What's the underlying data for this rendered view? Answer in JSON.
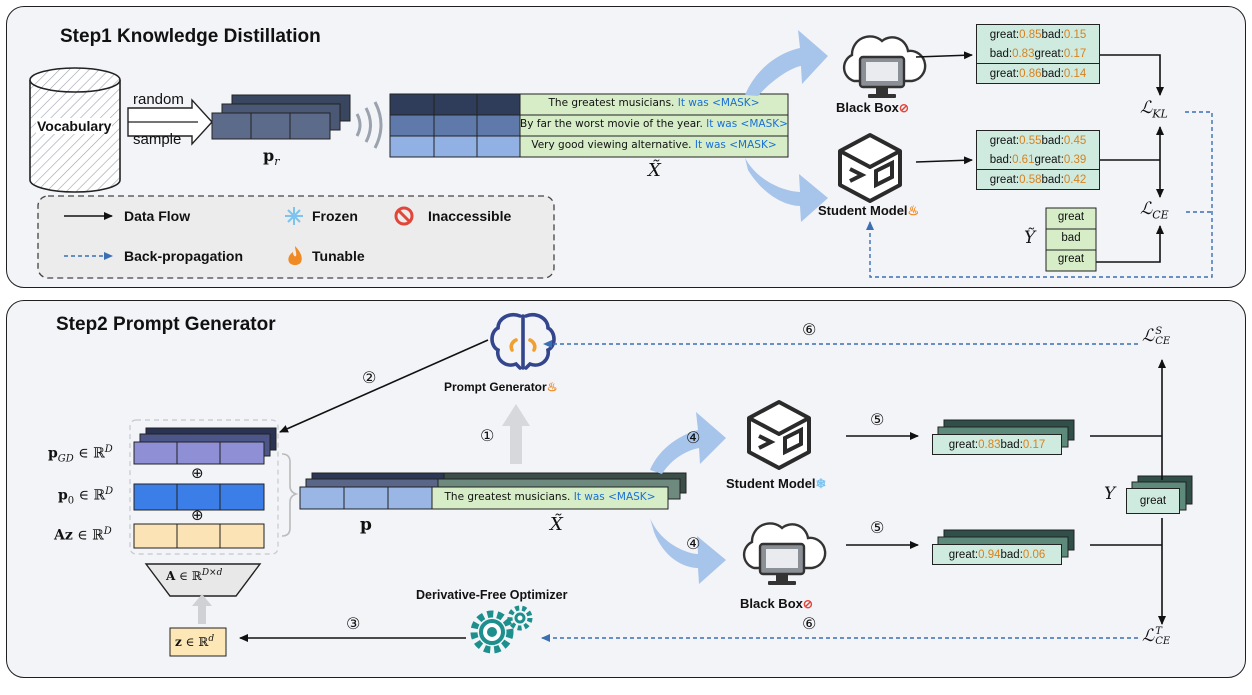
{
  "step1": {
    "title": "Step1 Knowledge Distillation",
    "vocabulary": "Vocabulary",
    "random": "random",
    "sample": "sample",
    "pr": "p_r",
    "sentences": [
      {
        "text": "The greatest musicians.",
        "mask": "It was <MASK>"
      },
      {
        "text": "By far the worst movie of the year.",
        "mask": "It was <MASK>"
      },
      {
        "text": "Very good viewing alternative.",
        "mask": "It was <MASK>"
      }
    ],
    "x_tilde": "X̃",
    "black_box": "Black Box",
    "student_model": "Student Model",
    "black_box_outputs": [
      {
        "l1": "great:",
        "v1": "0.85",
        "l2": " bad:",
        "v2": "0.15"
      },
      {
        "l1": "bad:",
        "v1": "0.83",
        "l2": " great:",
        "v2": "0.17"
      },
      {
        "l1": "great:",
        "v1": "0.86",
        "l2": " bad:",
        "v2": "0.14"
      }
    ],
    "student_outputs": [
      {
        "l1": "great:",
        "v1": "0.55",
        "l2": " bad:",
        "v2": "0.45"
      },
      {
        "l1": "bad:",
        "v1": "0.61",
        "l2": " great:",
        "v2": "0.39"
      },
      {
        "l1": "great:",
        "v1": "0.58",
        "l2": " bad:",
        "v2": "0.42"
      }
    ],
    "y_tilde": "Ỹ",
    "labels": [
      "great",
      "bad",
      "great"
    ],
    "loss_kl": "KL",
    "loss_ce": "CE"
  },
  "legend": {
    "data_flow": "Data Flow",
    "frozen": "Frozen",
    "inaccessible": "Inaccessible",
    "backprop": "Back-propagation",
    "tunable": "Tunable"
  },
  "step2": {
    "title": "Step2 Prompt Generator",
    "prompt_generator": "Prompt Generator",
    "pgd": "∈ ℝ",
    "p0": "∈ ℝ",
    "az": "∈ ℝ",
    "a_matrix": "∈ ℝ",
    "z_vec": "∈ ℝ",
    "p_label": "p",
    "sentence": {
      "text": "The greatest musicians.",
      "mask": "It was <MASK>"
    },
    "x_tilde": "X̃",
    "student_model": "Student Model",
    "black_box": "Black Box",
    "dfo": "Derivative-Free Optimizer",
    "student_output": {
      "l1": "great:",
      "v1": "0.83",
      "l2": " bad:",
      "v2": "0.17"
    },
    "blackbox_output": {
      "l1": "great:",
      "v1": "0.94",
      "l2": " bad:",
      "v2": "0.06"
    },
    "y_label": "Y",
    "y_value": "great",
    "loss_s": "S",
    "loss_t": "T",
    "loss_sub": "CE",
    "steps": {
      "s1": "①",
      "s2": "②",
      "s3": "③",
      "s4a": "④",
      "s4b": "④",
      "s5a": "⑤",
      "s5b": "⑤",
      "s6a": "⑥",
      "s6b": "⑥"
    }
  },
  "colors": {
    "mask_blue": "#1a6fd6",
    "value_orange": "#d9821d",
    "output_green": "#cfeadf",
    "dark_slate": "#3d4a66",
    "big_arrow": "#a7c4ea",
    "teal": "#1d8f8c",
    "backprop_blue": "#3b6fb3"
  }
}
